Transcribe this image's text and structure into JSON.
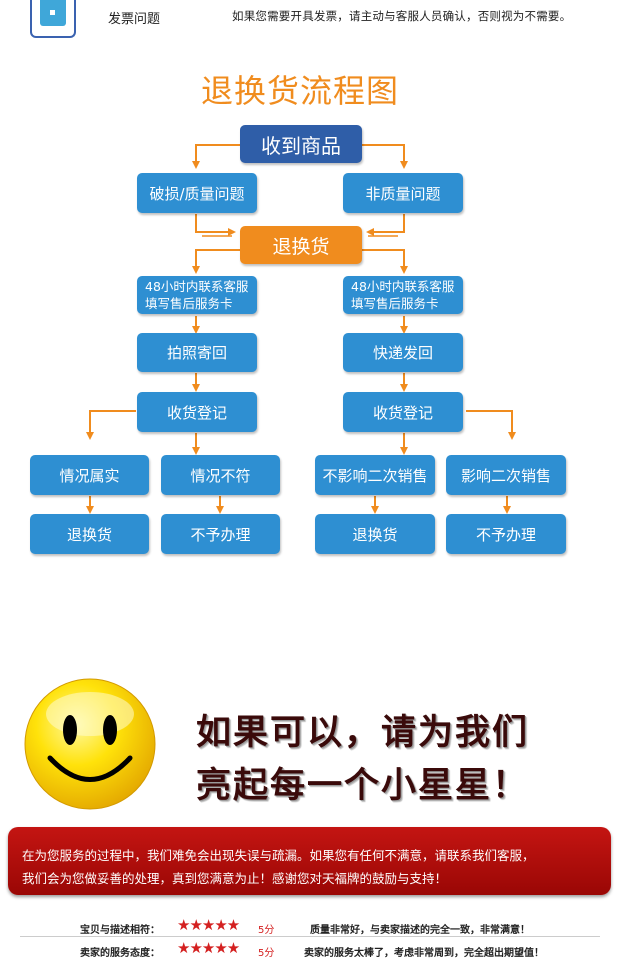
{
  "header": {
    "title": "发票问题",
    "note": "如果您需要开具发票，请主动与客服人员确认，否则视为不需要。"
  },
  "flow": {
    "title": "退换货流程图",
    "received": "收到商品",
    "damaged": "破损/质量问题",
    "non_quality": "非质量问题",
    "return_exchange": "退换货",
    "contact_left_1": "48小时内联系客服",
    "contact_left_2": "填写售后服务卡",
    "contact_right_1": "48小时内联系客服",
    "contact_right_2": "填写售后服务卡",
    "photo_return": "拍照寄回",
    "express_return": "快递发回",
    "receipt_left": "收货登记",
    "receipt_right": "收货登记",
    "true_case": "情况属实",
    "false_case": "情况不符",
    "no_affect": "不影响二次销售",
    "affect": "影响二次销售",
    "result_1": "退换货",
    "result_2": "不予办理",
    "result_3": "退换货",
    "result_4": "不予办理"
  },
  "slogan": {
    "line1": "如果可以，请为我们",
    "line2": "亮起每一个小星星！"
  },
  "banner": {
    "line1": "在为您服务的过程中，我们难免会出现失误与疏漏。如果您有任何不满意，请联系我们客服，",
    "line2": "我们会为您做妥善的处理，真到您满意为止！感谢您对天福牌的鼓励与支持！"
  },
  "ratings": [
    {
      "label": "宝贝与描述相符：",
      "stars": "★★★★★",
      "score": "5分",
      "comment": "质量非常好，与卖家描述的完全一致，非常满意！"
    },
    {
      "label": "卖家的服务态度：",
      "stars": "★★★★★",
      "score": "5分",
      "comment": "卖家的服务太棒了，考虑非常周到，完全超出期望值！"
    }
  ],
  "colors": {
    "box_blue": "#2e8fd2",
    "box_dark_blue": "#2f5ea8",
    "accent_orange": "#f08c1e",
    "banner_red": "#b30d0b",
    "star_red": "#d42020"
  },
  "icons": {
    "header": "invoice-icon",
    "smiley": "smiley-face-icon"
  }
}
